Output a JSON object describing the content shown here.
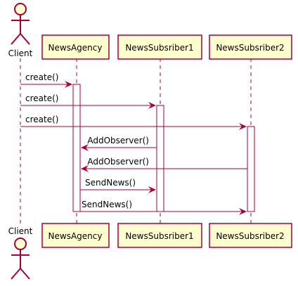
{
  "diagram": {
    "type": "sequence",
    "participants": [
      {
        "id": "client",
        "label": "Client",
        "kind": "actor"
      },
      {
        "id": "agency",
        "label": "NewsAgency",
        "kind": "participant"
      },
      {
        "id": "sub1",
        "label": "NewsSubsriber1",
        "kind": "participant"
      },
      {
        "id": "sub2",
        "label": "NewsSubsriber2",
        "kind": "participant"
      }
    ],
    "messages": [
      {
        "from": "client",
        "to": "agency",
        "label": "create()"
      },
      {
        "from": "client",
        "to": "sub1",
        "label": "create()"
      },
      {
        "from": "client",
        "to": "sub2",
        "label": "create()"
      },
      {
        "from": "sub1",
        "to": "agency",
        "label": "AddObserver()"
      },
      {
        "from": "sub2",
        "to": "agency",
        "label": "AddObserver()"
      },
      {
        "from": "agency",
        "to": "sub1",
        "label": "SendNews()"
      },
      {
        "from": "agency",
        "to": "sub2",
        "label": "SendNews()"
      }
    ],
    "colors": {
      "border": "#A80036",
      "fill": "#FEFECE",
      "text": "#000000"
    }
  }
}
